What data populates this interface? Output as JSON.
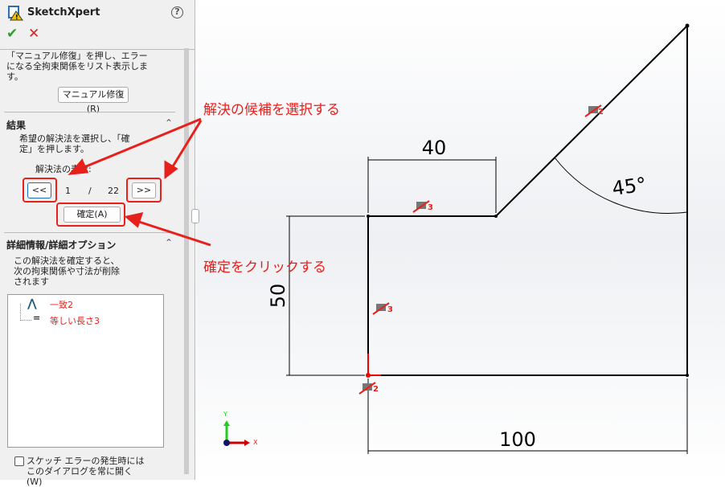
{
  "panel": {
    "title": "SketchXpert",
    "intro": "「マニュアル修復」を押し、エラーになる全拘束関係をリスト表示します。",
    "manual_repair_button": "マニュアル修復(R)",
    "results": {
      "heading": "結果",
      "description": "希望の解決法を選択し、「確定」を押します。",
      "solution_label": "解決法の表示:",
      "prev_button": "<<",
      "current": "1",
      "separator": "/",
      "total": "22",
      "next_button": ">>",
      "accept_button": "確定(A)"
    },
    "details": {
      "heading": "詳細情報/詳細オプション",
      "description": "この解決法を確定すると、次の拘束関係や寸法が削除されます",
      "items": [
        {
          "label": "一致2",
          "icon": "coincident-icon"
        },
        {
          "label": "等しい長さ3",
          "icon": "equal-icon"
        }
      ],
      "checkbox_label": "スケッチ エラーの発生時にはこのダイアログを常に開く(W)",
      "checkbox_checked": false
    }
  },
  "canvas": {
    "dimensions": {
      "top_width": "40",
      "height": "50",
      "bottom_width": "100",
      "angle": "45°"
    },
    "relation_tags": [
      "3",
      "3",
      "2",
      "2"
    ],
    "axes": {
      "x": "X",
      "y": "Y"
    }
  },
  "annotations": {
    "select_candidate": "解決の候補を選択する",
    "click_accept": "確定をクリックする"
  },
  "colors": {
    "annotation": "#e8201c",
    "accent": "#1a6fc4"
  }
}
